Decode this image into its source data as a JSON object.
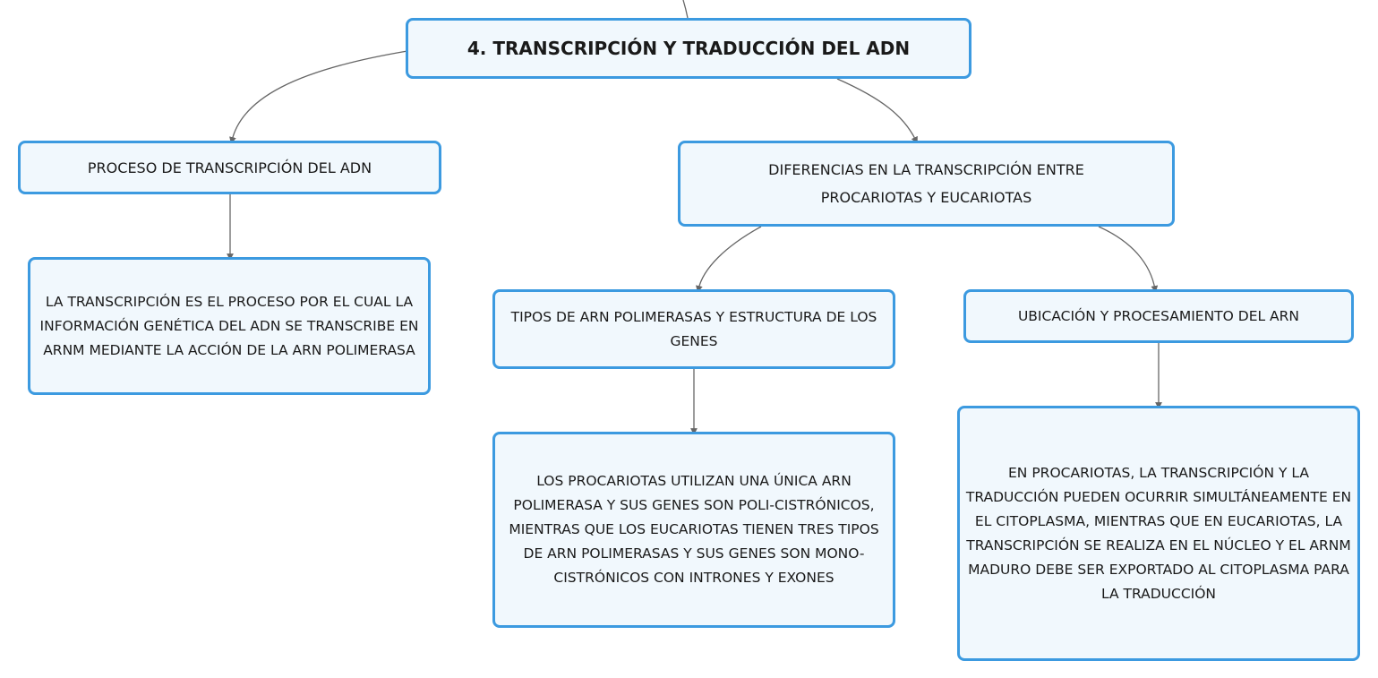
{
  "diagram": {
    "root": {
      "title": "4. TRANSCRIPCIÓN Y TRADUCCIÓN DEL ADN"
    },
    "branches": [
      {
        "title": "PROCESO DE TRANSCRIPCIÓN DEL ADN",
        "detail": "LA TRANSCRIPCIÓN ES EL PROCESO POR EL CUAL LA INFORMACIÓN GENÉTICA DEL ADN SE TRANSCRIBE EN ARNM MEDIANTE LA ACCIÓN DE LA ARN POLIMERASA"
      },
      {
        "title": "DIFERENCIAS EN LA TRANSCRIPCIÓN ENTRE PROCARIOTAS Y EUCARIOTAS",
        "children": [
          {
            "title": "TIPOS DE ARN POLIMERASAS Y ESTRUCTURA DE LOS GENES",
            "detail": "LOS PROCARIOTAS UTILIZAN UNA ÚNICA ARN POLIMERASA Y SUS GENES SON POLI-CISTRÓNICOS, MIENTRAS QUE LOS EUCARIOTAS TIENEN TRES TIPOS DE ARN POLIMERASAS Y SUS GENES SON MONO-CISTRÓNICOS CON INTRONES Y EXONES"
          },
          {
            "title": "UBICACIÓN Y PROCESAMIENTO DEL ARN",
            "detail": "EN PROCARIOTAS, LA TRANSCRIPCIÓN Y LA TRADUCCIÓN PUEDEN OCURRIR SIMULTÁNEAMENTE EN EL CITOPLASMA, MIENTRAS QUE EN EUCARIOTAS, LA TRANSCRIPCIÓN SE REALIZA EN EL NÚCLEO Y EL ARNM MADURO DEBE SER EXPORTADO AL CITOPLASMA PARA LA TRADUCCIÓN"
          }
        ]
      }
    ]
  },
  "colors": {
    "node_border": "#3c9ae0",
    "node_fill": "#f1f8fd",
    "connector": "#666666",
    "text": "#1a1a1a"
  }
}
